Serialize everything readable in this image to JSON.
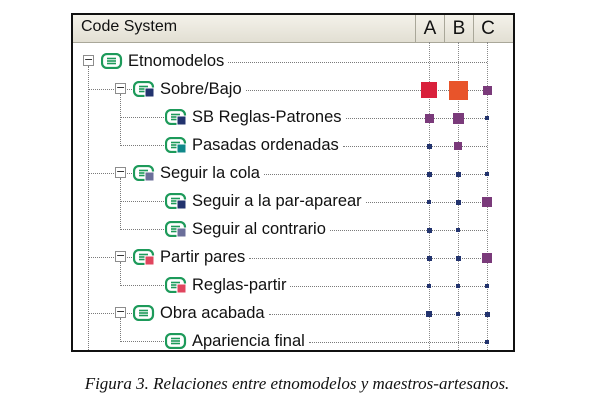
{
  "header": {
    "title": "Code System",
    "columns": [
      "A",
      "B",
      "C"
    ]
  },
  "colors": {
    "root_icon": "#1d9a5a",
    "light_red": "#e0455e",
    "red": "#d9213c",
    "orange": "#e8542a",
    "purple": "#7a3a7a",
    "navy": "#22336e",
    "teal": "#10888a",
    "gray_blue": "#6b6f9a"
  },
  "rows": [
    {
      "label": "Etnomodelos",
      "expander": "−",
      "icon": "code-icon",
      "badge": null,
      "cells": [
        null,
        null,
        null
      ]
    },
    {
      "label": "Sobre/Bajo",
      "expander": "−",
      "icon": "code-icon",
      "badge": "navy",
      "cells": [
        {
          "color": "red",
          "size": 16
        },
        {
          "color": "orange",
          "size": 19
        },
        {
          "color": "purple",
          "size": 9
        }
      ]
    },
    {
      "label": "SB Reglas-Patrones",
      "expander": null,
      "icon": "code-icon",
      "badge": "navy",
      "cells": [
        {
          "color": "purple",
          "size": 9
        },
        {
          "color": "purple",
          "size": 11
        },
        {
          "color": "navy",
          "size": 4
        }
      ]
    },
    {
      "label": "Pasadas ordenadas",
      "expander": null,
      "icon": "code-icon",
      "badge": "teal",
      "cells": [
        {
          "color": "navy",
          "size": 5
        },
        {
          "color": "purple",
          "size": 8
        },
        null
      ]
    },
    {
      "label": "Seguir la cola",
      "expander": "−",
      "icon": "code-icon",
      "badge": "gray_blue",
      "cells": [
        {
          "color": "navy",
          "size": 5
        },
        {
          "color": "navy",
          "size": 5
        },
        {
          "color": "navy",
          "size": 4
        }
      ]
    },
    {
      "label": "Seguir a la par-aparear",
      "expander": null,
      "icon": "code-icon",
      "badge": "navy",
      "cells": [
        {
          "color": "navy",
          "size": 4
        },
        {
          "color": "navy",
          "size": 5
        },
        {
          "color": "purple",
          "size": 10
        }
      ]
    },
    {
      "label": "Seguir al contrario",
      "expander": null,
      "icon": "code-icon",
      "badge": "gray_blue",
      "cells": [
        {
          "color": "navy",
          "size": 5
        },
        {
          "color": "navy",
          "size": 4
        },
        null
      ]
    },
    {
      "label": "Partir pares",
      "expander": "−",
      "icon": "code-icon",
      "badge": "light_red",
      "cells": [
        {
          "color": "navy",
          "size": 5
        },
        {
          "color": "navy",
          "size": 5
        },
        {
          "color": "purple",
          "size": 10
        }
      ]
    },
    {
      "label": "Reglas-partir",
      "expander": null,
      "icon": "code-icon",
      "badge": "light_red",
      "cells": [
        {
          "color": "navy",
          "size": 4
        },
        {
          "color": "navy",
          "size": 4
        },
        {
          "color": "navy",
          "size": 4
        }
      ]
    },
    {
      "label": "Obra acabada",
      "expander": "−",
      "icon": "code-icon",
      "badge": null,
      "cells": [
        {
          "color": "navy",
          "size": 6
        },
        {
          "color": "navy",
          "size": 4
        },
        {
          "color": "navy",
          "size": 5
        }
      ]
    },
    {
      "label": "Apariencia final",
      "expander": null,
      "icon": "code-icon",
      "badge": null,
      "cells": [
        null,
        null,
        {
          "color": "navy",
          "size": 4
        }
      ]
    }
  ],
  "caption": "Figura 3. Relaciones entre etnomodelos y maestros-artesanos."
}
